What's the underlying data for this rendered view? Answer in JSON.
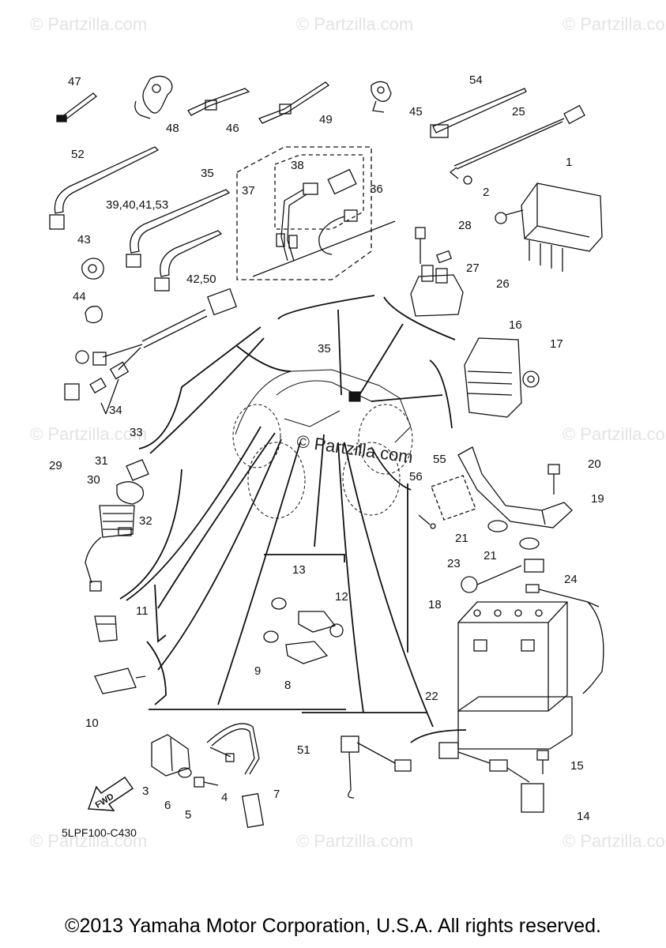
{
  "watermark_text": "© Partzilla.com",
  "center_watermark": "© Partzilla.com",
  "diagram_code": "5LPF100-C430",
  "fwd_label": "FWD",
  "footer": "©2013 Yamaha Motor Corporation, U.S.A. All rights reserved.",
  "callouts": {
    "c47": "47",
    "c48": "48",
    "c46": "46",
    "c49": "49",
    "c45": "45",
    "c54": "54",
    "c25": "25",
    "c52": "52",
    "c35": "35",
    "c37": "37",
    "c38": "38",
    "c36": "36",
    "c1": "1",
    "c2": "2",
    "c394041": "39,40,41,53",
    "c43": "43",
    "c4250": "42,50",
    "c28": "28",
    "c27": "27",
    "c26": "26",
    "c44": "44",
    "c35b": "35",
    "c16": "16",
    "c17": "17",
    "c34": "34",
    "c33": "33",
    "c29": "29",
    "c31": "31",
    "c30": "30",
    "c32": "32",
    "c55": "55",
    "c56": "56",
    "c20": "20",
    "c19": "19",
    "c21a": "21",
    "c21b": "21",
    "c13": "13",
    "c12": "12",
    "c9": "9",
    "c8": "8",
    "c11": "11",
    "c23": "23",
    "c24": "24",
    "c18": "18",
    "c10": "10",
    "c22": "22",
    "c51": "51",
    "c15": "15",
    "c3": "3",
    "c6": "6",
    "c5": "5",
    "c4": "4",
    "c7": "7",
    "c14": "14"
  },
  "colors": {
    "ink": "#111111",
    "watermark": "#e3e3e3",
    "background": "#ffffff"
  }
}
